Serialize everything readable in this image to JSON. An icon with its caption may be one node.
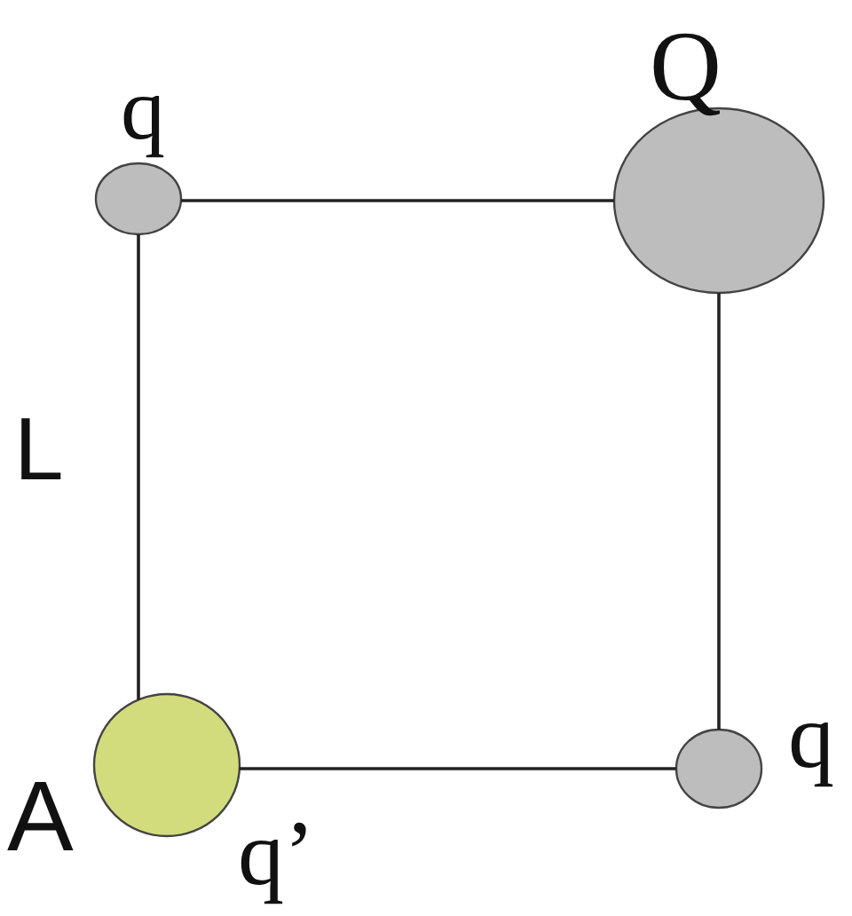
{
  "diagram": {
    "nodes": [
      {
        "text": [],
        "shape": "circle",
        "beside": [
          "q"
        ]
      },
      {
        "text": [],
        "shape": "circle",
        "beside": [
          "Q"
        ]
      },
      {
        "text": [],
        "shape": "circle",
        "beside": [
          "q"
        ]
      },
      {
        "text": [],
        "shape": "circle",
        "beside": [
          "q’"
        ]
      }
    ],
    "edges": [
      {
        "from": 0,
        "to": 1,
        "arrow": "none"
      },
      {
        "from": 1,
        "to": 2,
        "arrow": "none"
      },
      {
        "from": 2,
        "to": 3,
        "arrow": "none"
      },
      {
        "from": 3,
        "to": 0,
        "arrow": "none"
      }
    ],
    "labels": [
      "L",
      "A"
    ]
  }
}
